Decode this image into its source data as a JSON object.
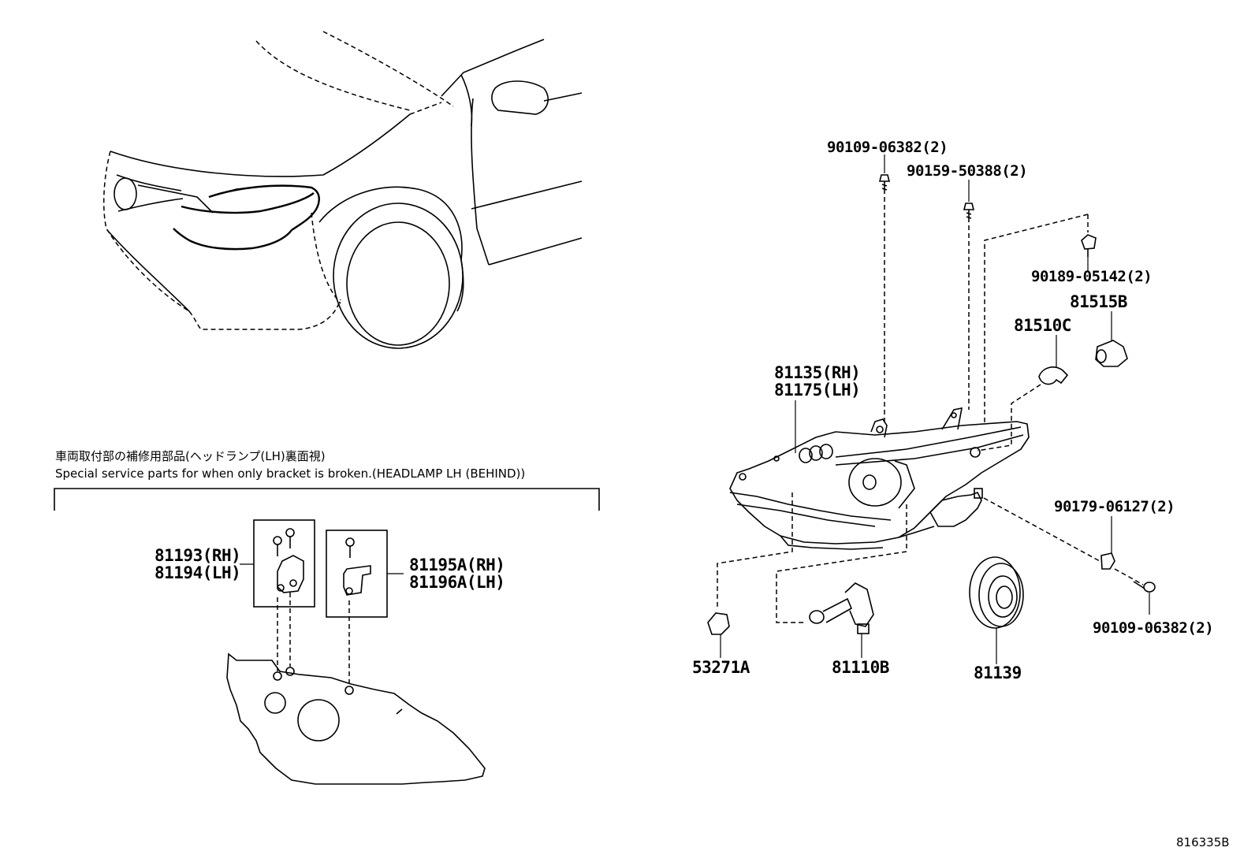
{
  "note": {
    "japanese": "車両取付部の補修用部品(ヘッドランプ(LH)裏面視)",
    "english": "Special service parts for when only bracket is broken.(HEADLAMP LH (BEHIND))"
  },
  "parts": {
    "p_81193": "81193(RH)",
    "p_81194": "81194(LH)",
    "p_81195A": "81195A(RH)",
    "p_81196A": "81196A(LH)",
    "p_81135": "81135(RH)",
    "p_81175": "81175(LH)",
    "p_90109_top": "90109-06382(2)",
    "p_90159": "90159-50388(2)",
    "p_90189": "90189-05142(2)",
    "p_81515B": "81515B",
    "p_81510C": "81510C",
    "p_90179": "90179-06127(2)",
    "p_90109_bottom": "90109-06382(2)",
    "p_53271A": "53271A",
    "p_81110B": "81110B",
    "p_81139": "81139"
  },
  "figure_id": "816335B"
}
